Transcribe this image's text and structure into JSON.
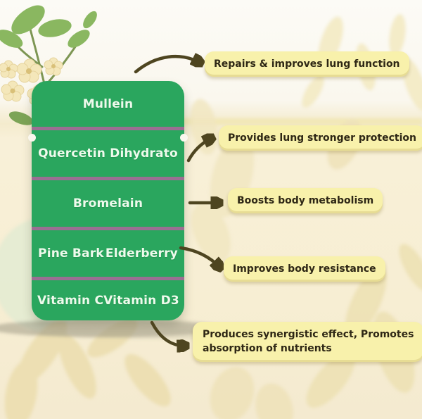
{
  "colors": {
    "panel_green": "#2aa65e",
    "divider_mauve": "#9b6f93",
    "panel_text": "#eefaec",
    "callout_bg": "#f8f1ab",
    "callout_text": "#2e2715",
    "arrow_olive": "#4e4520",
    "bg_top": "#fcfbf6",
    "bg_cream": "#f7eed3",
    "watermark_cream": "#ede0b4",
    "leaf_green": "#8ab760",
    "flower_cream": "#f4e7ba"
  },
  "panel": {
    "rows": [
      [
        "Mullein"
      ],
      [
        "Quercetin Dihydrato"
      ],
      [
        "Bromelain"
      ],
      [
        "Pine Bark",
        "Elderberry"
      ],
      [
        "Vitamin C",
        "Vitamin D3"
      ]
    ]
  },
  "callouts": [
    {
      "label": "Repairs & improves lung function"
    },
    {
      "label": "Provides lung stronger protection"
    },
    {
      "label": "Boosts body metabolism"
    },
    {
      "label": "Improves body resistance"
    },
    {
      "lines": [
        "Produces synergistic effect, Promotes",
        "absorption of nutrients"
      ]
    }
  ],
  "decor": {
    "plant_illustration": "mullein-flower-branch",
    "arrow_styles": [
      "curve-up-right",
      "curve-up-right",
      "straight-right",
      "curve-down-right",
      "curve-down-right"
    ]
  }
}
